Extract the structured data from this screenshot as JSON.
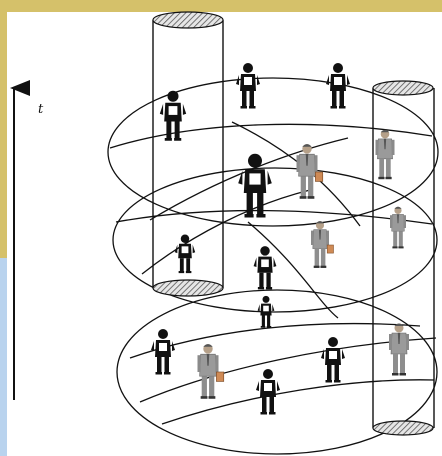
{
  "diagram": {
    "time_axis_label": "t",
    "colors": {
      "frame_band_gold": "#d5c16a",
      "frame_band_blue": "#b9d3ee",
      "outline": "#111111",
      "figure_dark": "#111111",
      "figure_gray": "#9a9a9a",
      "briefcase": "#cf8a55",
      "hatch": "#555555"
    },
    "elements": {
      "layers": [
        "top-time-slice",
        "middle-time-slice",
        "bottom-time-slice"
      ],
      "cylinders": [
        "left-worldline-cylinder",
        "right-worldline-cylinder"
      ],
      "figures": [
        "dark-person-figure",
        "gray-businessman-figure"
      ]
    }
  }
}
